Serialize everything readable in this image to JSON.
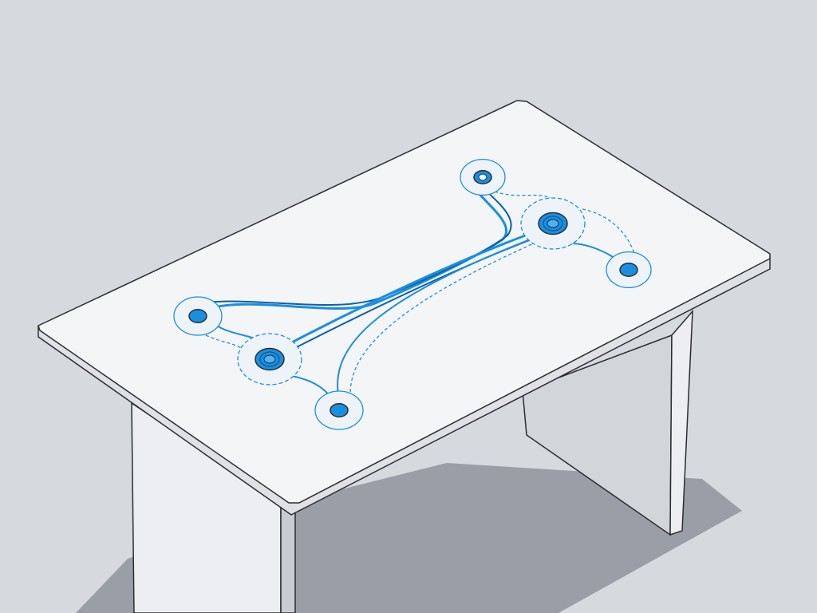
{
  "scene": {
    "subject": "table-with-cable-routing",
    "colors": {
      "background": "#d6d9de",
      "shadow": "#9a9ea6",
      "tabletop": "#f4f5f7",
      "edge": "#dfe1e5",
      "leg_front": "#eceef1",
      "leg_side": "#d2d5da",
      "outline": "#2a2d33",
      "accent": "#1a8fe0",
      "accent_dark": "#0d5fa8"
    },
    "nodes": [
      {
        "id": "node-left-small",
        "kind": "small"
      },
      {
        "id": "node-left-hub",
        "kind": "hub"
      },
      {
        "id": "node-bottom-small",
        "kind": "small"
      },
      {
        "id": "node-top-swirl",
        "kind": "swirl"
      },
      {
        "id": "node-right-hub",
        "kind": "hub"
      },
      {
        "id": "node-right-small",
        "kind": "small"
      }
    ]
  }
}
